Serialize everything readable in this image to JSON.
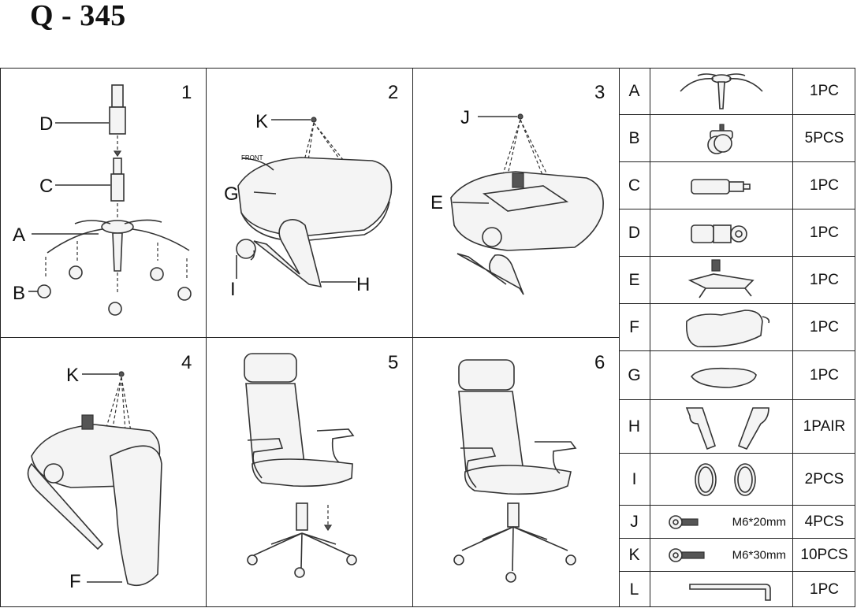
{
  "title": "Q - 345",
  "steps": [
    {
      "num": "1",
      "labels": [
        "D",
        "C",
        "A",
        "B"
      ]
    },
    {
      "num": "2",
      "labels": [
        "K",
        "G",
        "I",
        "H"
      ],
      "front_label": "FRONT"
    },
    {
      "num": "3",
      "labels": [
        "J",
        "E"
      ]
    },
    {
      "num": "4",
      "labels": [
        "K",
        "F"
      ]
    },
    {
      "num": "5",
      "labels": []
    },
    {
      "num": "6",
      "labels": []
    }
  ],
  "parts": [
    {
      "letter": "A",
      "qty": "1PC",
      "icon": "star-base-icon"
    },
    {
      "letter": "B",
      "qty": "5PCS",
      "icon": "caster-wheel-icon"
    },
    {
      "letter": "C",
      "qty": "1PC",
      "icon": "gas-lift-icon"
    },
    {
      "letter": "D",
      "qty": "1PC",
      "icon": "lift-cover-icon"
    },
    {
      "letter": "E",
      "qty": "1PC",
      "icon": "mechanism-plate-icon"
    },
    {
      "letter": "F",
      "qty": "1PC",
      "icon": "backrest-icon"
    },
    {
      "letter": "G",
      "qty": "1PC",
      "icon": "seat-cushion-icon"
    },
    {
      "letter": "H",
      "qty": "1PAIR",
      "icon": "armrest-pair-icon"
    },
    {
      "letter": "I",
      "qty": "2PCS",
      "icon": "armrest-cap-icon"
    },
    {
      "letter": "J",
      "qty": "4PCS",
      "size": "M6*20mm",
      "icon": "bolt-icon"
    },
    {
      "letter": "K",
      "qty": "10PCS",
      "size": "M6*30mm",
      "icon": "bolt-icon"
    },
    {
      "letter": "L",
      "qty": "1PC",
      "icon": "allen-key-icon"
    }
  ]
}
